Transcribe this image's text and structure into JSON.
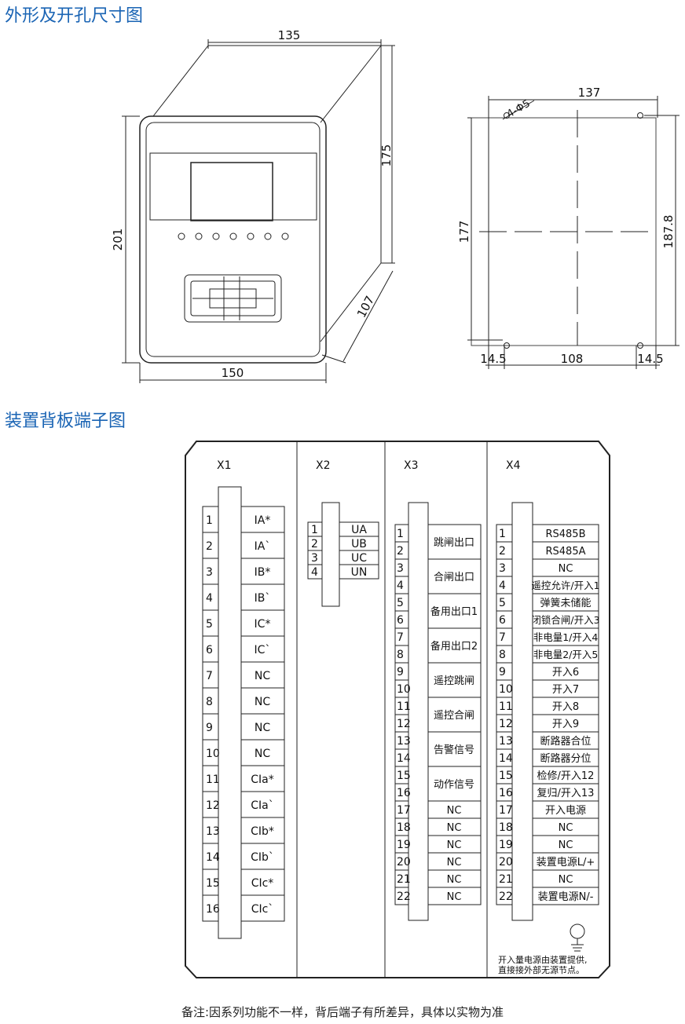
{
  "sections": {
    "dimensions_title": "外形及开孔尺寸图",
    "terminal_title": "装置背板端子图"
  },
  "front_view": {
    "width_top": "135",
    "depth_right": "175",
    "height_left": "201",
    "depth_diag": "107",
    "width_bottom": "150"
  },
  "cutout": {
    "holes": "4-Φ5",
    "width_top": "137",
    "height_left": "177",
    "height_right": "187.8",
    "margin_left": "14.5",
    "hole_spacing": "108",
    "margin_right": "14.5"
  },
  "panel": {
    "x1": {
      "title": "X1",
      "rows": [
        "IA*",
        "IA`",
        "IB*",
        "IB`",
        "IC*",
        "IC`",
        "NC",
        "NC",
        "NC",
        "NC",
        "CIa*",
        "CIa`",
        "CIb*",
        "CIb`",
        "CIc*",
        "CIc`"
      ]
    },
    "x2": {
      "title": "X2",
      "rows": [
        "UA",
        "UB",
        "UC",
        "UN"
      ]
    },
    "x3": {
      "title": "X3",
      "groups": [
        "跳闸出口",
        "合闸出口",
        "备用出口1",
        "备用出口2",
        "遥控跳闸",
        "遥控合闸",
        "告警信号",
        "动作信号"
      ],
      "rows": [
        "NC",
        "NC",
        "NC",
        "NC",
        "NC",
        "NC"
      ]
    },
    "x4": {
      "title": "X4",
      "rows": [
        "RS485B",
        "RS485A",
        "NC",
        "遥控允许/开入1",
        "弹簧未储能",
        "闭锁合闸/开入3",
        "非电量1/开入4",
        "非电量2/开入5",
        "开入6",
        "开入7",
        "开入8",
        "开入9",
        "断路器合位",
        "断路器分位",
        "检修/开入12",
        "复归/开入13",
        "开入电源",
        "NC",
        "NC",
        "装置电源L/+",
        "NC",
        "装置电源N/-"
      ],
      "footnote_1": "开入量电源由装置提供,",
      "footnote_2": "直接接外部无源节点。"
    }
  },
  "note": "备注:因系列功能不一样，背后端子有所差异，具体以实物为准"
}
